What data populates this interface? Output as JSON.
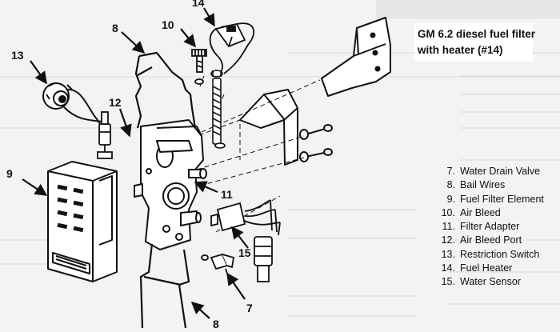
{
  "caption": {
    "line1": "GM 6.2 diesel fuel filter",
    "line2": "with heater (#14)"
  },
  "callouts": [
    "14",
    "8",
    "10",
    "13",
    "12",
    "9",
    "11",
    "15",
    "7",
    "8"
  ],
  "legend": [
    {
      "num": "7.",
      "label": "Water Drain Valve"
    },
    {
      "num": "8.",
      "label": "Bail Wires"
    },
    {
      "num": "9.",
      "label": "Fuel Filter Element"
    },
    {
      "num": "10.",
      "label": "Air Bleed"
    },
    {
      "num": "11.",
      "label": "Filter Adapter"
    },
    {
      "num": "12.",
      "label": "Air Bleed Port"
    },
    {
      "num": "13.",
      "label": "Restriction Switch"
    },
    {
      "num": "14.",
      "label": "Fuel Heater"
    },
    {
      "num": "15.",
      "label": "Water Sensor"
    }
  ]
}
